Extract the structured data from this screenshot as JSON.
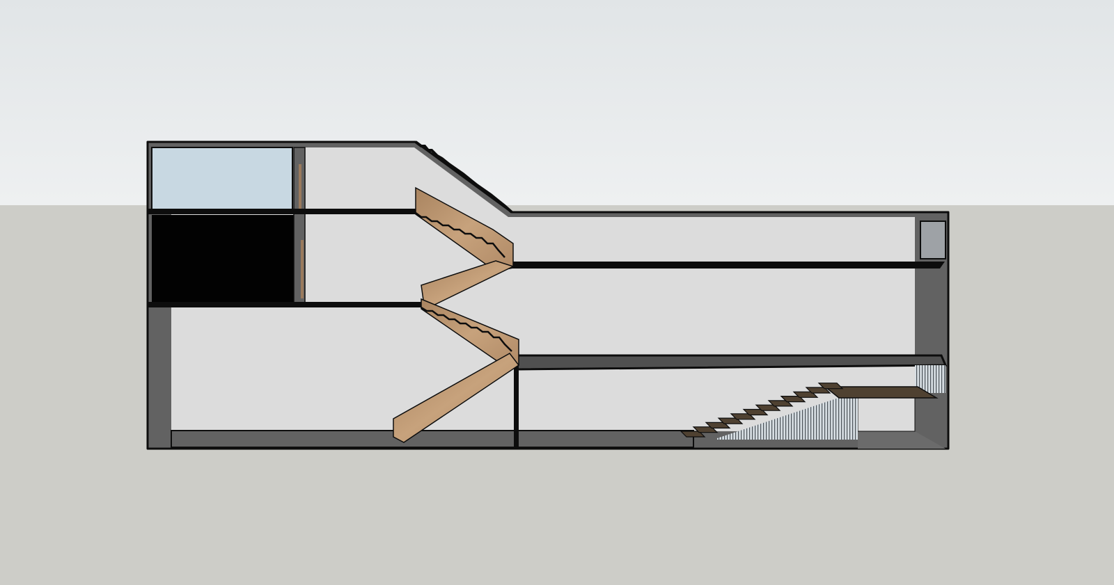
{
  "viewport": {
    "view": "section",
    "sky_top_color": "#e1e5e7",
    "sky_bottom_color": "#eef0f1",
    "ground_color": "#cdcdc8"
  },
  "model": {
    "wall_cut_color": "#0d0d0d",
    "wall_color": "#626262",
    "interior_color": "#dcdcdc",
    "wood_color": "#b89370",
    "dark_tread_color": "#4f4131",
    "glass_color": "#c8d8e2",
    "dark_room_color": "#020202",
    "stair_flights": 4,
    "cascade_steps": 12
  }
}
